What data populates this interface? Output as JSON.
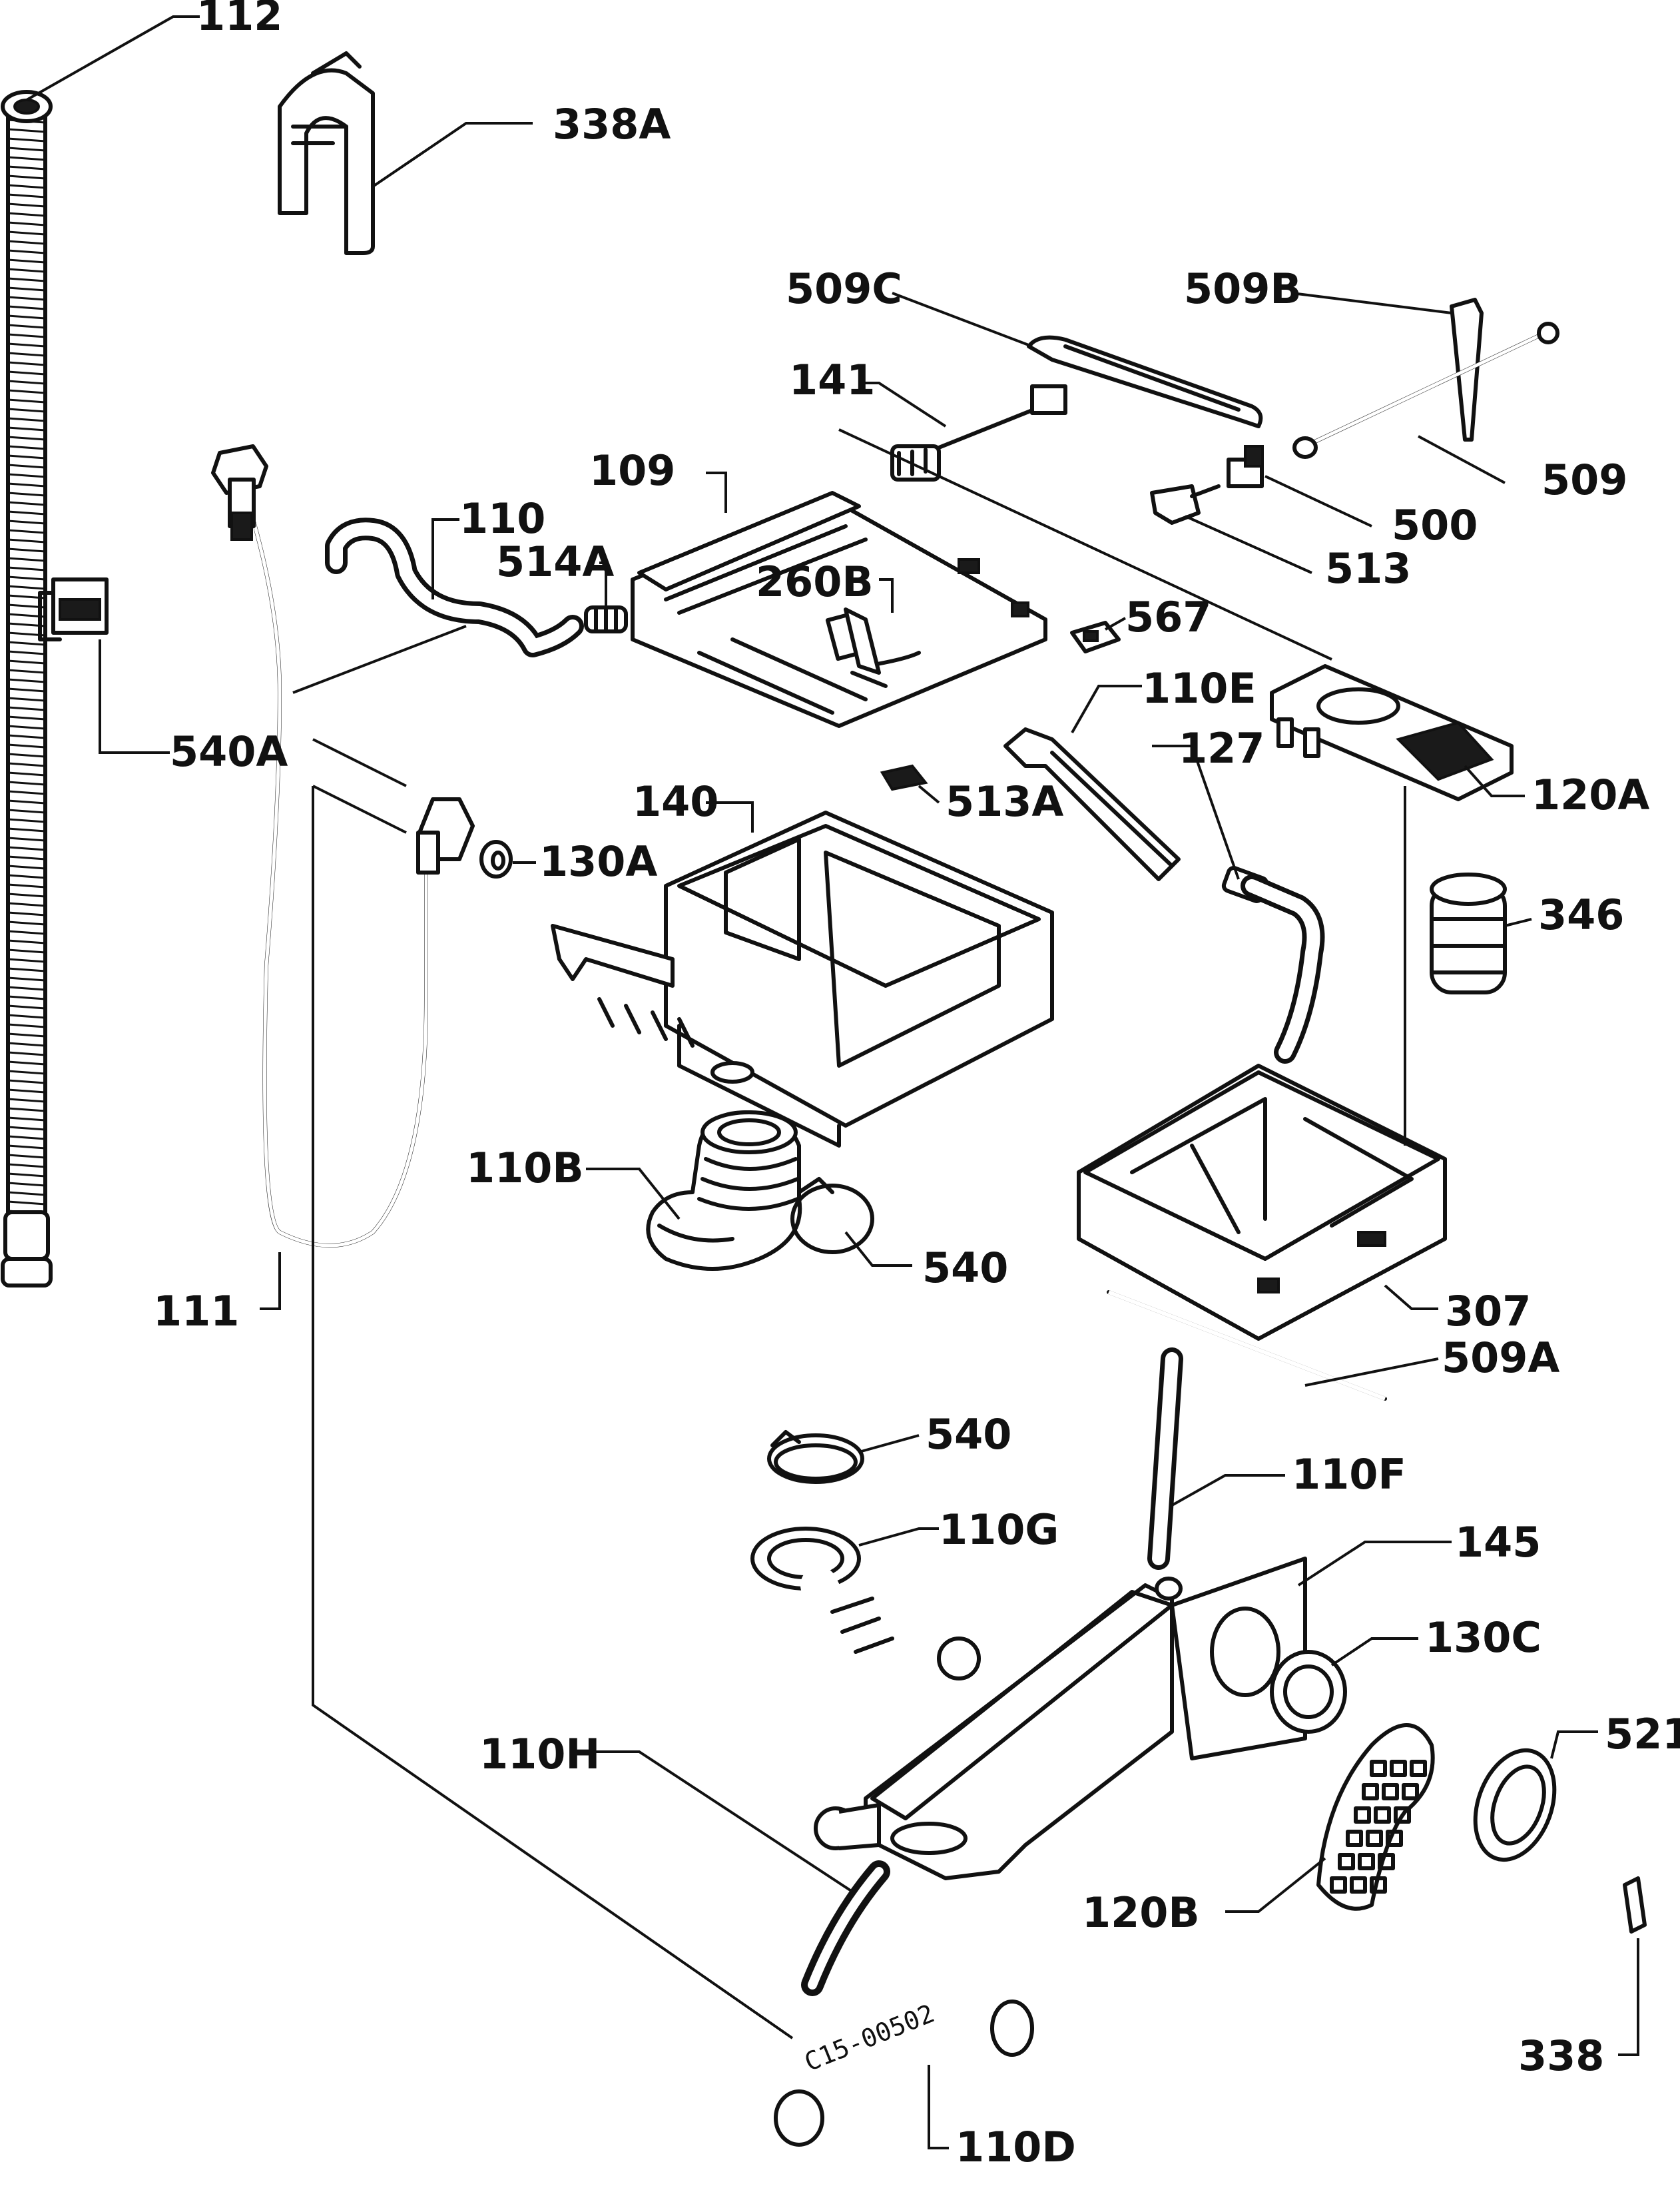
{
  "diagram": {
    "labels": {
      "p112": "112",
      "p338A": "338A",
      "p509C": "509C",
      "p509B": "509B",
      "p141": "141",
      "p509": "509",
      "p109": "109",
      "p500": "500",
      "p110": "110",
      "p514A": "514A",
      "p513": "513",
      "p260B": "260B",
      "p567": "567",
      "p110E": "110E",
      "p127": "127",
      "p540A": "540A",
      "p120A": "120A",
      "p140": "140",
      "p513A": "513A",
      "p130A": "130A",
      "p346": "346",
      "p110B": "110B",
      "p540": "540",
      "p111": "111",
      "p307": "307",
      "p509A": "509A",
      "p540b": "540",
      "p110F": "110F",
      "p110G": "110G",
      "p145": "145",
      "p130C": "130C",
      "p521": "521",
      "p110H": "110H",
      "p120B": "120B",
      "p338": "338",
      "p110D": "110D"
    },
    "reference_code": "C15-00502"
  }
}
